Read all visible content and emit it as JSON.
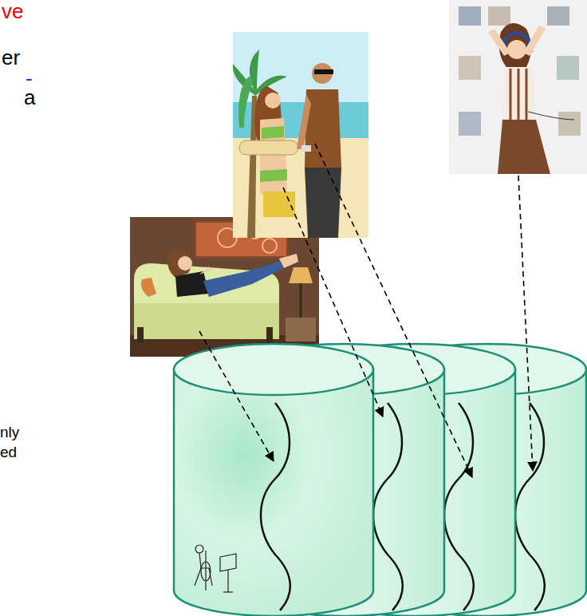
{
  "diagram": {
    "labels": [
      "ve",
      "er",
      "-",
      "a",
      "nly",
      "ed"
    ]
  }
}
